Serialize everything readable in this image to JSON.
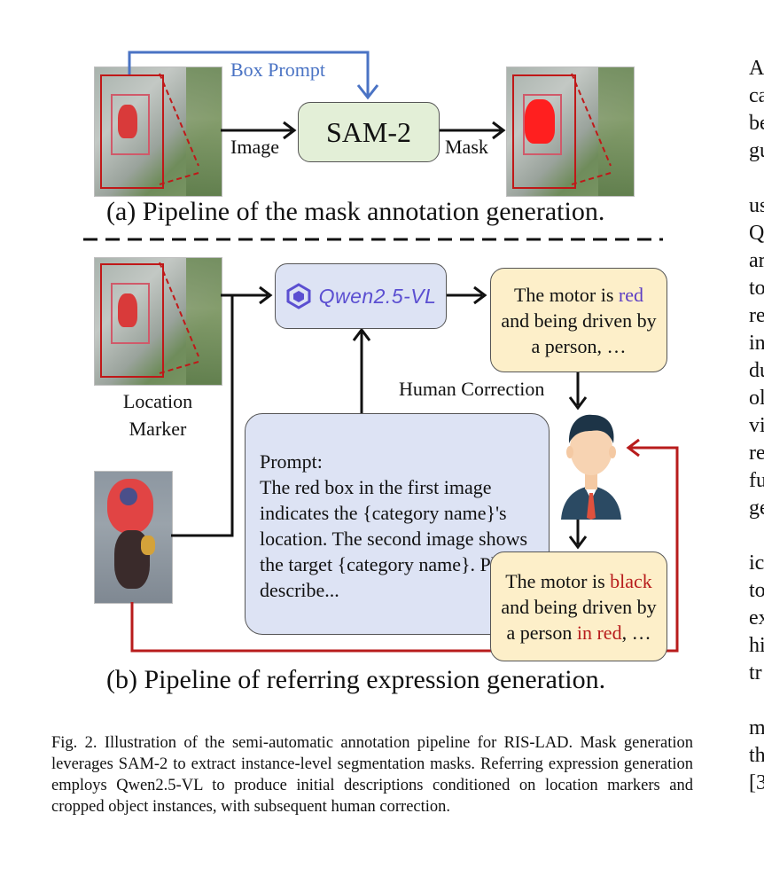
{
  "panel_a": {
    "box_prompt": "Box Prompt",
    "image_label": "Image",
    "mask_label": "Mask",
    "sam_label": "SAM-2",
    "caption": "(a) Pipeline of the mask annotation generation."
  },
  "panel_b": {
    "location_marker": "Location\nMarker",
    "qwen_label": "Qwen2.5-VL",
    "output_initial_parts": [
      "The motor is ",
      "red",
      " and being driven by a person, …"
    ],
    "human_correction": "Human Correction",
    "prompt_text": "Prompt:\nThe red box in the first image indicates the {category name}'s location. The second image shows the target {category name}. Please describe...",
    "output_corrected_parts": [
      "The motor is ",
      "black",
      " and being driven by a person ",
      "in red",
      ", …"
    ],
    "caption": "(b) Pipeline of referring expression generation."
  },
  "figure_caption": "Fig. 2.  Illustration of the semi-automatic annotation pipeline for RIS-LAD. Mask generation leverages SAM-2 to extract instance-level segmentation masks. Referring expression generation employs Qwen2.5-VL to produce initial descriptions conditioned on location markers and cropped object instances, with subsequent human correction.",
  "right_column_fragments": [
    "A",
    "ca",
    "be",
    "gu",
    "",
    "us",
    "Q",
    "ar",
    "to",
    "re",
    "in",
    "du",
    "ol",
    "vi",
    "re",
    "fu",
    "ge",
    "",
    "ic",
    "to",
    "ex",
    "hi",
    "tr",
    "",
    "m",
    "th",
    "[3"
  ],
  "colors": {
    "box_prompt_blue": "#4a73c4",
    "sam_fill": "#e3efd7",
    "qwen_fill": "#dde3f4",
    "qwen_logo": "#5b4fd1",
    "output_fill": "#fdefc9",
    "highlight_purple": "#5b3cc4",
    "highlight_red": "#b81c1c",
    "feedback_red": "#b81c1c",
    "prompt_fill": "#dde3f4"
  }
}
